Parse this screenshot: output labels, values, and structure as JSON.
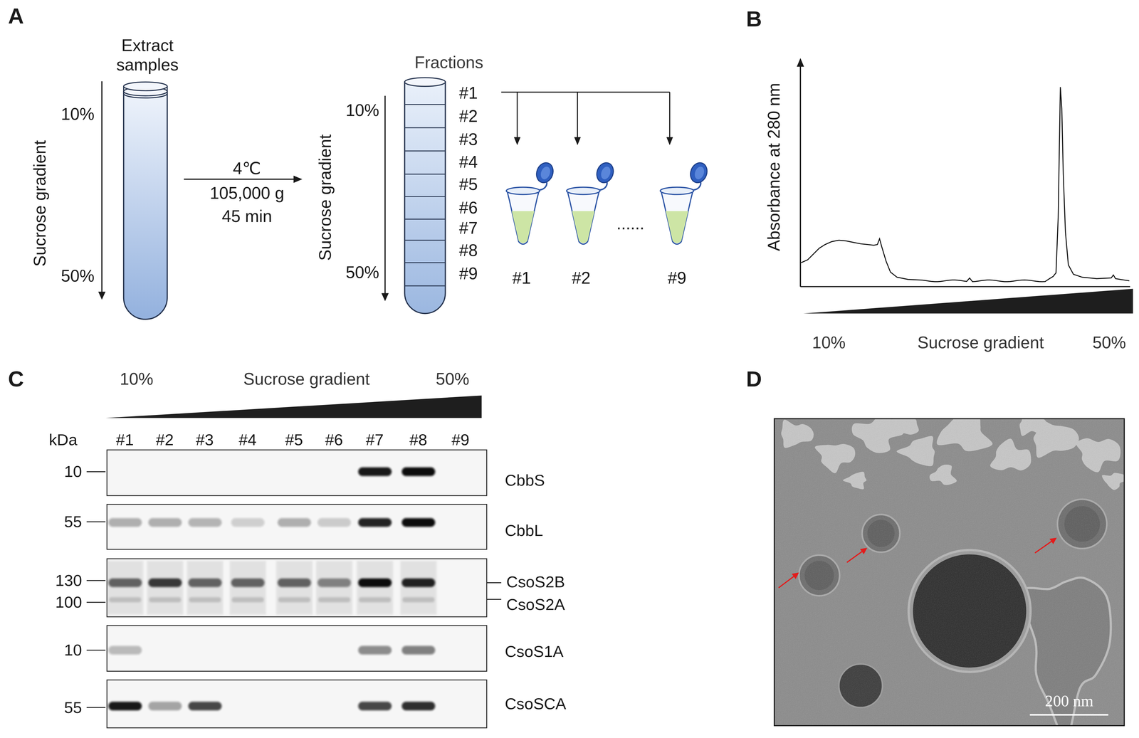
{
  "diagram": {
    "labels": [
      "A",
      "Extract samples",
      "Sucrose gradient",
      "10%",
      "50%",
      "4℃",
      "105,000 g",
      "45 min",
      "Fractions",
      "Sucrose gradient",
      "10%",
      "50%",
      "#1",
      "#2",
      "#3",
      "#4",
      "#5",
      "#6",
      "#7",
      "#8",
      "#9",
      "#1",
      "#2",
      "......",
      "#9",
      "B",
      "Absorbance at 280 nm",
      "10%",
      "Sucrose gradient",
      "50%",
      "C",
      "10%",
      "Sucrose gradient",
      "50%",
      "kDa",
      "#1",
      "#2",
      "#3",
      "#4",
      "#5",
      "#6",
      "#7",
      "#8",
      "#9",
      "10",
      "CbbS",
      "55",
      "CbbL",
      "130",
      "100",
      "CsoS2B",
      "CsoS2A",
      "10",
      "CsoS1A",
      "55",
      "CsoSCA",
      "D",
      "200 nm"
    ]
  }
}
